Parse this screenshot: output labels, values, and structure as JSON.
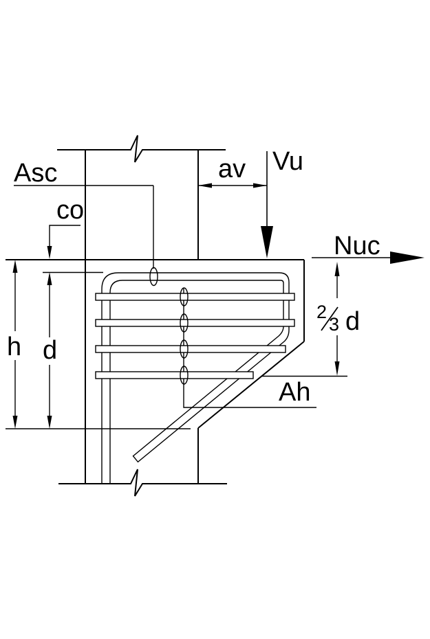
{
  "colors": {
    "line": "#000000",
    "text": "#000000",
    "background": "#ffffff"
  },
  "labels": {
    "main_reinforcement": "Asc",
    "cover": "co",
    "overall_depth": "h",
    "effective_depth": "d",
    "shear_span": "av",
    "vertical_load": "Vu",
    "horizontal_load": "Nuc",
    "horizontal_stirrups": "Ah",
    "two_thirds_d": {
      "numerator": "2",
      "denominator": "3",
      "suffix": "d"
    }
  }
}
